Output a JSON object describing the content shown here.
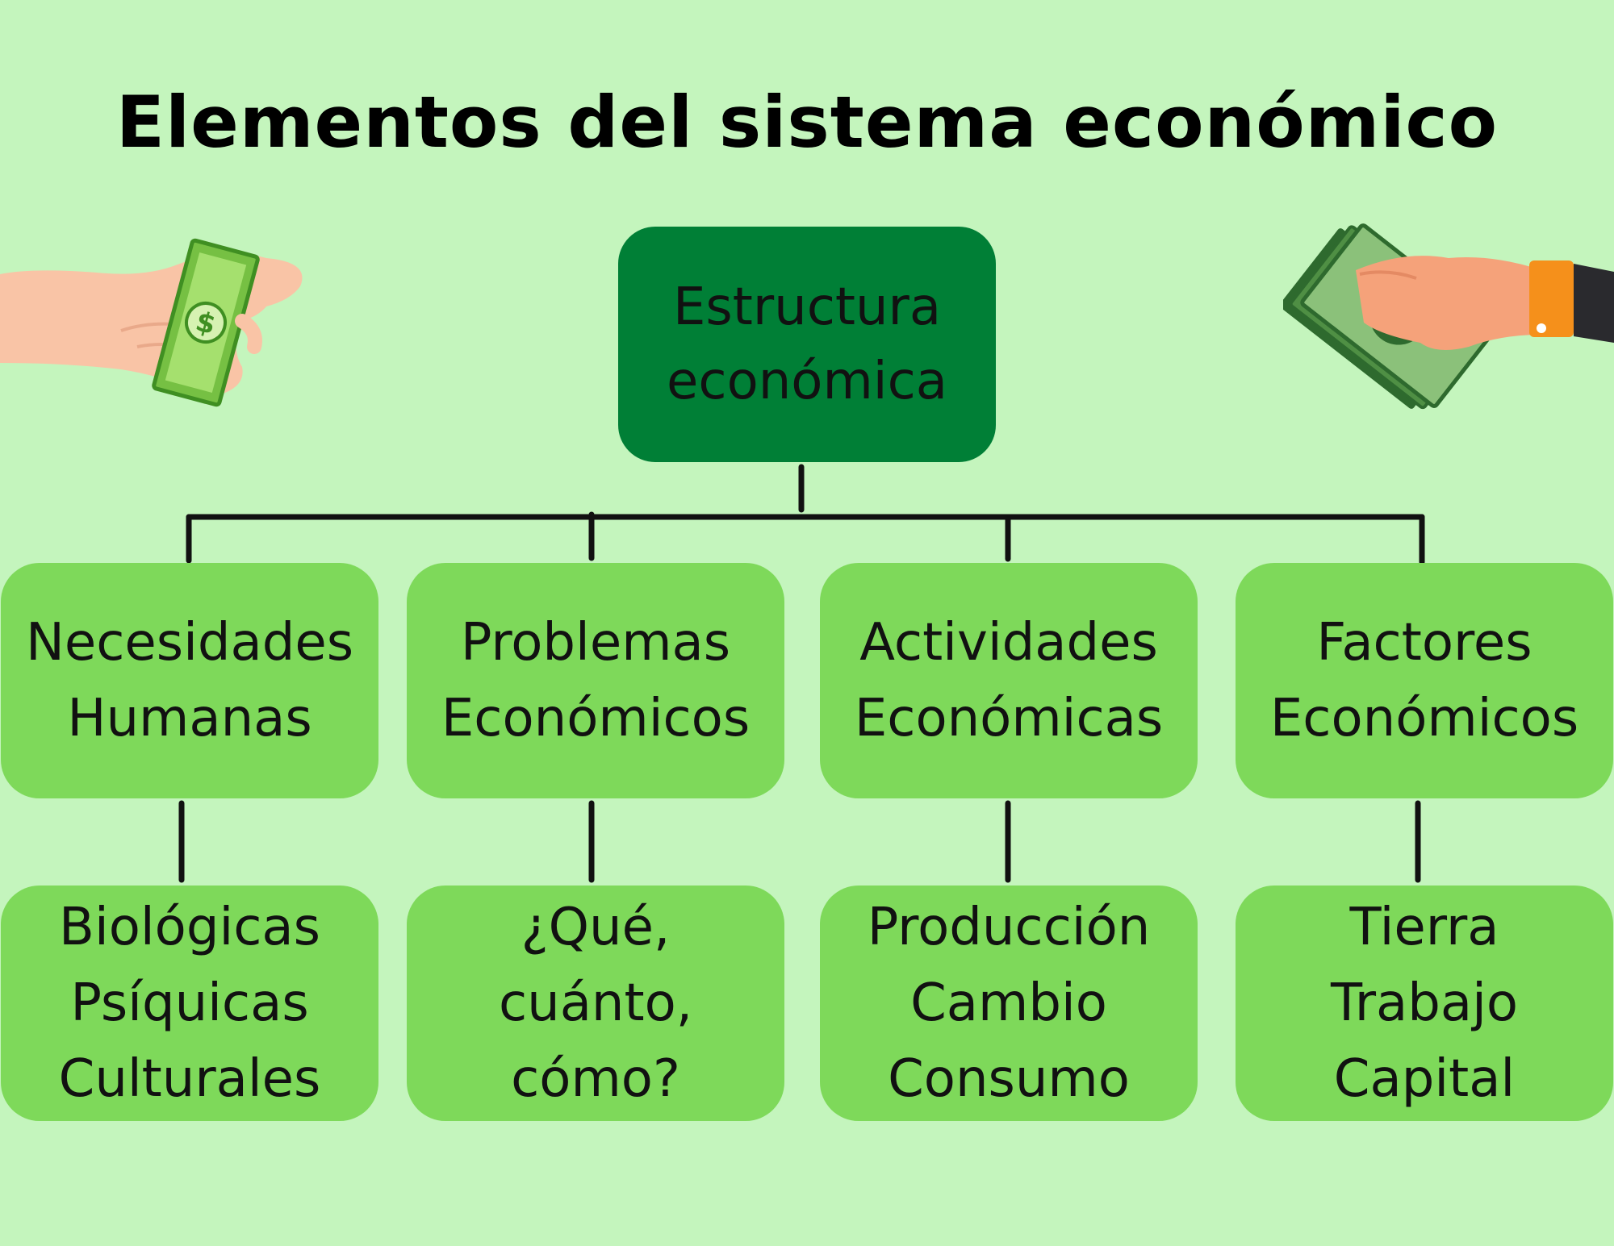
{
  "title": "Elementos del sistema económico",
  "colors": {
    "background": "#c4f5bd",
    "root_box": "#007f36",
    "child_box": "#7ed95a",
    "connector": "#111111"
  },
  "icons": [
    "hand-receiving-dollar-icon",
    "hand-giving-money-icon"
  ],
  "root": {
    "lines": [
      "Estructura",
      "económica"
    ]
  },
  "categories": [
    {
      "lines": [
        "Necesidades",
        "Humanas"
      ],
      "items": [
        "Biológicas",
        "Psíquicas",
        "Culturales"
      ]
    },
    {
      "lines": [
        "Problemas",
        "Económicos"
      ],
      "items": [
        "¿Qué,",
        "cuánto,",
        "cómo?"
      ]
    },
    {
      "lines": [
        "Actividades",
        "Económicas"
      ],
      "items": [
        "Producción",
        "Cambio",
        "Consumo"
      ]
    },
    {
      "lines": [
        "Factores",
        "Económicos"
      ],
      "items": [
        "Tierra",
        "Trabajo",
        "Capital"
      ]
    }
  ]
}
